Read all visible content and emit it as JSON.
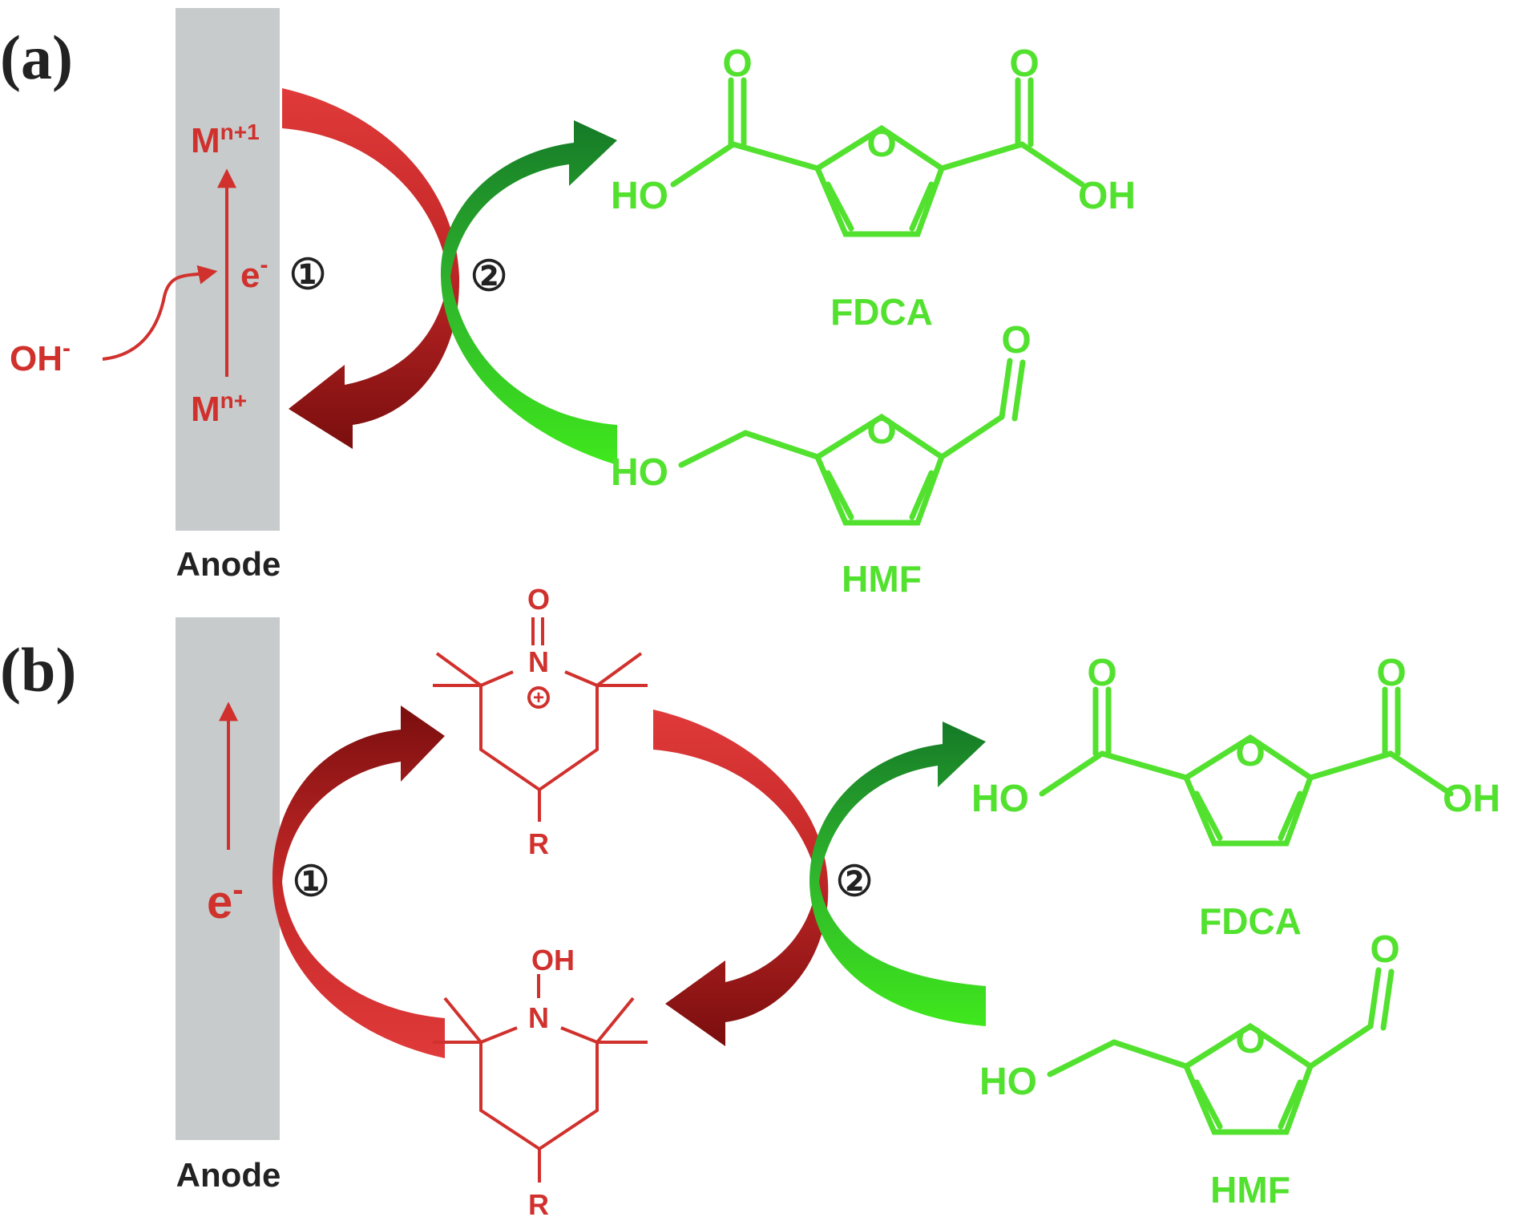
{
  "panels": {
    "a": {
      "label": "(a)",
      "anode": "Anode",
      "oxidized_metal": "M",
      "oxidized_metal_sup": "n+1",
      "reduced_metal": "M",
      "reduced_metal_sup": "n+",
      "electron": "e",
      "electron_sup": "-",
      "hydroxide": "OH",
      "hydroxide_sup": "-",
      "step1": "①",
      "step2": "②",
      "product": "FDCA",
      "reactant": "HMF",
      "fdca_o_left": "O",
      "fdca_o_right": "O",
      "fdca_ring_o": "O",
      "fdca_ho": "HO",
      "fdca_oh": "OH",
      "hmf_o": "O",
      "hmf_ring_o": "O",
      "hmf_ho": "HO"
    },
    "b": {
      "label": "(b)",
      "anode": "Anode",
      "electron": "e",
      "electron_sup": "-",
      "step1": "①",
      "step2": "②",
      "oxo_o": "O",
      "oxo_n": "N",
      "oxo_charge": "+",
      "oxo_r": "R",
      "hydroxyl_oh": "OH",
      "hydroxyl_n": "N",
      "hydroxyl_r": "R",
      "product": "FDCA",
      "reactant": "HMF",
      "fdca_o_left": "O",
      "fdca_o_right": "O",
      "fdca_ring_o": "O",
      "fdca_ho": "HO",
      "fdca_oh": "OH",
      "hmf_o": "O",
      "hmf_ring_o": "O",
      "hmf_ho": "HO"
    }
  },
  "colors": {
    "anode": "#c7cbcc",
    "red": "#d0312d",
    "dark_red": "#8e1414",
    "green": "#53e12f",
    "dark_green": "#1f8f2a",
    "black": "#222222"
  }
}
